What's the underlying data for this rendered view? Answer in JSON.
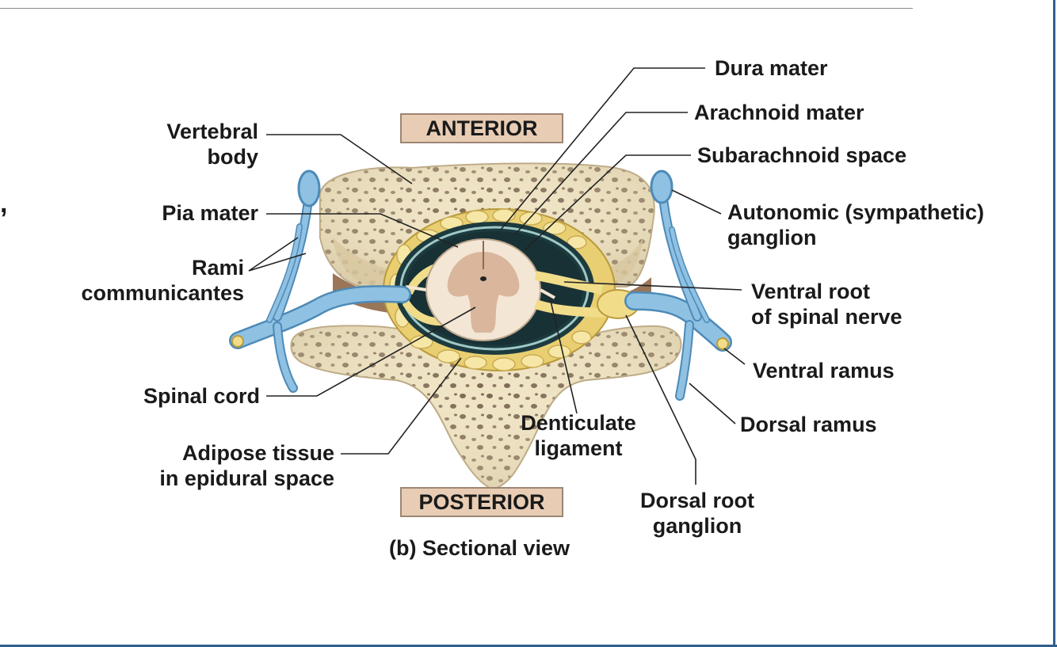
{
  "labels": {
    "anterior": "ANTERIOR",
    "posterior": "POSTERIOR",
    "caption": "(b) Sectional view",
    "vertebral_body_1": "Vertebral",
    "vertebral_body_2": "body",
    "pia_mater": "Pia mater",
    "rami_1": "Rami",
    "rami_2": "communicantes",
    "spinal_cord": "Spinal cord",
    "adipose_1": "Adipose tissue",
    "adipose_2": "in epidural space",
    "dura_mater": "Dura mater",
    "arachnoid_mater": "Arachnoid mater",
    "subarachnoid_space": "Subarachnoid space",
    "autonomic_1": "Autonomic (sympathetic)",
    "autonomic_2": "ganglion",
    "ventral_root_1": "Ventral root",
    "ventral_root_2": "of spinal nerve",
    "ventral_ramus": "Ventral ramus",
    "dorsal_ramus": "Dorsal ramus",
    "denticulate_1": "Denticulate",
    "denticulate_2": "ligament",
    "dorsal_root_ganglion_1": "Dorsal root",
    "dorsal_root_ganglion_2": "ganglion",
    "stray_mark": ","
  },
  "colors": {
    "bone": "#efe4c4",
    "bone_spots": "#7a6651",
    "nerve_blue": "#8fc1e3",
    "nerve_blue_dark": "#4d8ab7",
    "dura_dark": "#1d3b3f",
    "fat_yellow": "#f1dc8a",
    "cord": "#f3e6d4",
    "gray_matter": "#d9b69c",
    "box_fill": "#e8cdb4",
    "frame_blue": "#2f5f8c"
  }
}
